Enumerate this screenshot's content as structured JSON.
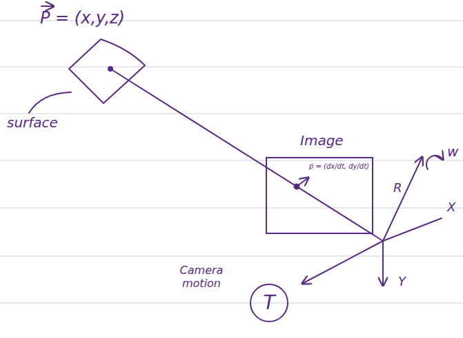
{
  "diagram": {
    "nodes": [
      {
        "text": [
          "Image",
          "ṗ = (dx/dt, dy/dt)"
        ]
      },
      {
        "text": [
          "T"
        ]
      }
    ],
    "labels": [
      "P = (x,y,z)",
      "surface",
      "R",
      "w",
      "X",
      "Y",
      "Camera motion"
    ]
  }
}
